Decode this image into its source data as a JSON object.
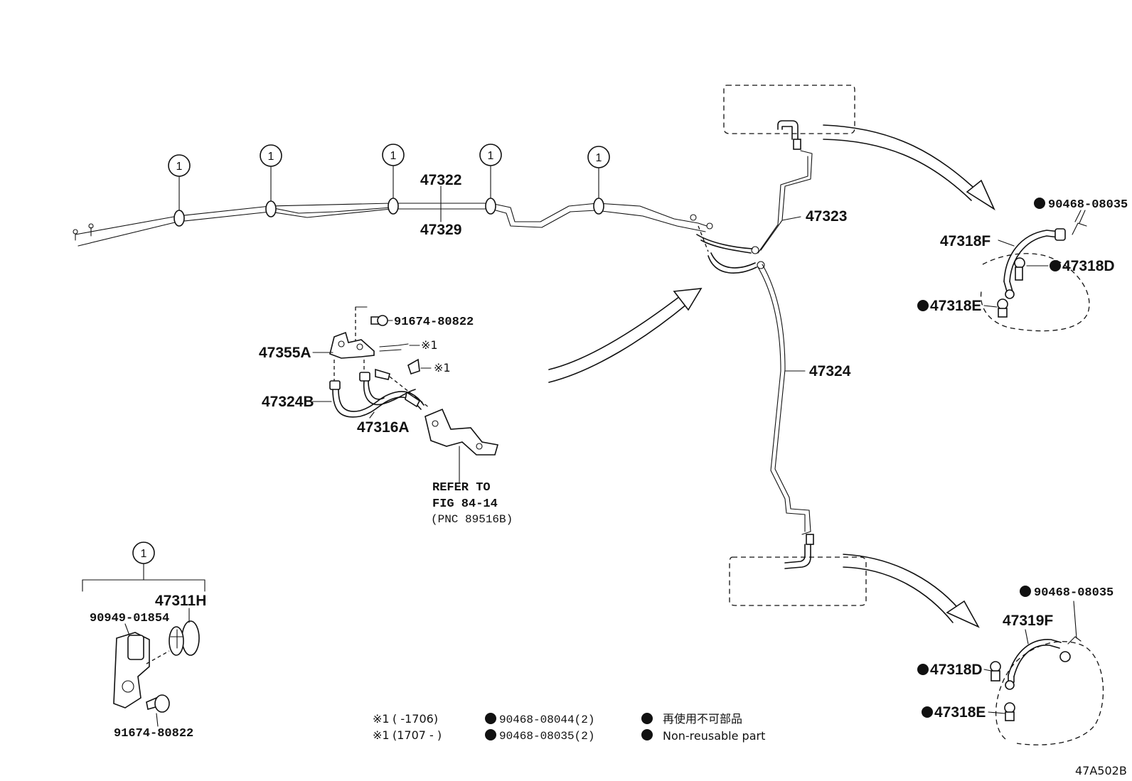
{
  "callout_symbol": "1",
  "parts": {
    "p47322": "47322",
    "p47329": "47329",
    "p47323": "47323",
    "p47324": "47324",
    "p47318F": "47318F",
    "p47318D_top": "47318D",
    "p47318E_top": "47318E",
    "p90468_08035_top": "90468-08035",
    "p91674_80822_mid": "91674-80822",
    "p47355A": "47355A",
    "p47324B": "47324B",
    "p47316A": "47316A",
    "mark1a": "※1",
    "mark1b": "※1",
    "p47311H": "47311H",
    "p90949_01854": "90949-01854",
    "p91674_80822_bot": "91674-80822",
    "p90468_08035_bot": "90468-08035",
    "p47319F": "47319F",
    "p47318D_bot": "47318D",
    "p47318E_bot": "47318E"
  },
  "refer": {
    "line1": "REFER TO",
    "line2": "FIG 84-14",
    "line3": "(PNC 89516B)"
  },
  "footnotes": {
    "row1_mark": "※1",
    "row1_range": "(      -1706)",
    "row1_part": "90468-08044(2)",
    "row2_mark": "※1",
    "row2_range": "(1707 -      )",
    "row2_part": "90468-08035(2)"
  },
  "legend": {
    "jp": "再使用不可部品",
    "en": "Non-reusable part"
  },
  "figure_code": "47A502B",
  "icons": {
    "callout": "circled-number-icon",
    "arrow": "curved-arrow-icon",
    "nonreusable": "filled-dot-icon"
  }
}
